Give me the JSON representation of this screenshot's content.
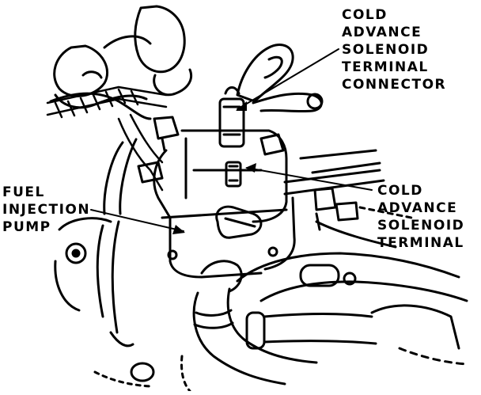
{
  "diagram": {
    "labels": {
      "cold_advance_connector": [
        "COLD",
        "ADVANCE",
        "SOLENOID",
        "TERMINAL",
        "CONNECTOR"
      ],
      "fuel_injection_pump": [
        "FUEL",
        "INJECTION",
        "PUMP"
      ],
      "cold_advance_terminal": [
        "COLD",
        "ADVANCE",
        "SOLENOID",
        "TERMINAL"
      ]
    },
    "colors": {
      "ink": "#000000",
      "paper": "#ffffff"
    }
  }
}
